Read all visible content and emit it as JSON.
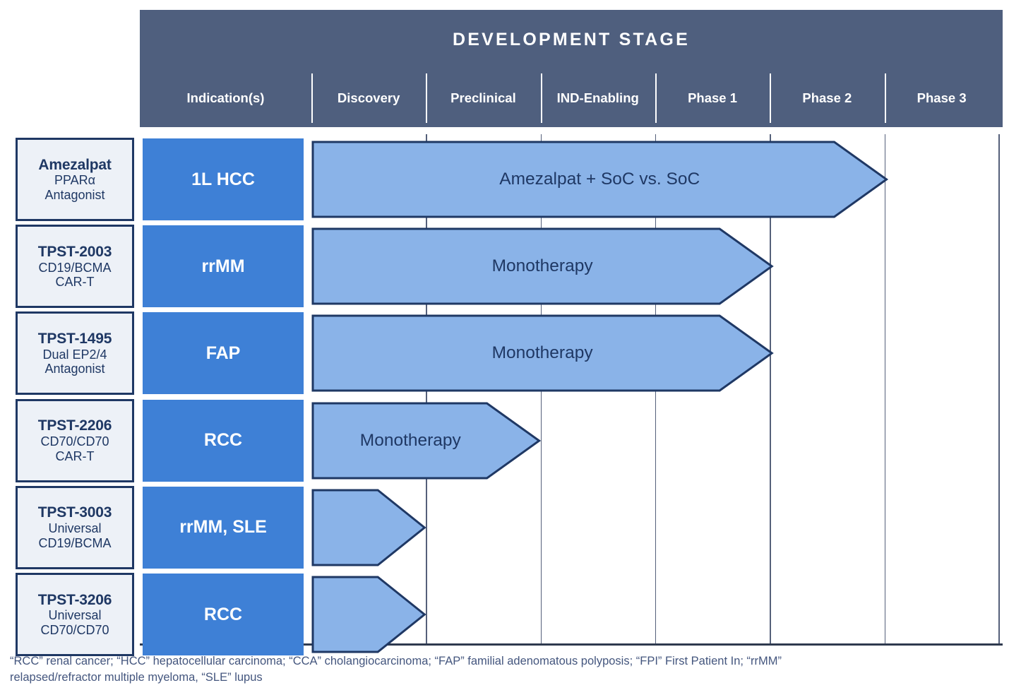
{
  "header": {
    "title": "DEVELOPMENT STAGE",
    "columns": [
      {
        "label": "Indication(s)",
        "key": "indication"
      },
      {
        "label": "Discovery",
        "key": "discovery"
      },
      {
        "label": "Preclinical",
        "key": "preclinical"
      },
      {
        "label": "IND-Enabling",
        "key": "ind_enabling"
      },
      {
        "label": "Phase 1",
        "key": "phase1"
      },
      {
        "label": "Phase 2",
        "key": "phase2"
      },
      {
        "label": "Phase 3",
        "key": "phase3"
      }
    ]
  },
  "colors": {
    "header_bar": "#4F5F7E",
    "indication_box": "#3E80D6",
    "arrow_fill": "#8AB3E8",
    "arrow_stroke": "#1F3864",
    "program_box_fill": "#EDF1F7",
    "program_box_border": "#1F3864",
    "text_navy": "#1F3864",
    "footnote_text": "#44567E",
    "grid_line": "#55607A"
  },
  "chart_data": {
    "type": "table",
    "title": "DEVELOPMENT STAGE",
    "stages": [
      "Discovery",
      "Preclinical",
      "IND-Enabling",
      "Phase 1",
      "Phase 2",
      "Phase 3"
    ],
    "rows": [
      {
        "program": "Amezalpat",
        "modality_line1": "PPARα",
        "modality_line2": "Antagonist",
        "indication": "1L HCC",
        "arrow_label": "Amezalpat + SoC vs. SoC",
        "start_stage": "Discovery",
        "end_stage": "Phase 2",
        "progress_stages": 5
      },
      {
        "program": "TPST-2003",
        "modality_line1": "CD19/BCMA",
        "modality_line2": "CAR-T",
        "indication": "rrMM",
        "arrow_label": "Monotherapy",
        "start_stage": "Discovery",
        "end_stage": "Phase 1",
        "progress_stages": 4
      },
      {
        "program": "TPST-1495",
        "modality_line1": "Dual EP2/4",
        "modality_line2": "Antagonist",
        "indication": "FAP",
        "arrow_label": "Monotherapy",
        "start_stage": "Discovery",
        "end_stage": "Phase 1",
        "progress_stages": 4
      },
      {
        "program": "TPST-2206",
        "modality_line1": "CD70/CD70",
        "modality_line2": "CAR-T",
        "indication": "RCC",
        "arrow_label": "Monotherapy",
        "start_stage": "Discovery",
        "end_stage": "Preclinical",
        "progress_stages": 2
      },
      {
        "program": "TPST-3003",
        "modality_line1": "Universal",
        "modality_line2": "CD19/BCMA",
        "indication": "rrMM, SLE",
        "arrow_label": "",
        "start_stage": "Discovery",
        "end_stage": "Discovery",
        "progress_stages": 1
      },
      {
        "program": "TPST-3206",
        "modality_line1": "Universal",
        "modality_line2": "CD70/CD70",
        "indication": "RCC",
        "arrow_label": "",
        "start_stage": "Discovery",
        "end_stage": "Discovery",
        "progress_stages": 1
      }
    ]
  },
  "footnote": {
    "line1": "“RCC” renal cancer; “HCC” hepatocellular carcinoma; “CCA” cholangiocarcinoma; “FAP” familial adenomatous polyposis; “FPI” First Patient In; “rrMM”",
    "line2": "relapsed/refractor multiple myeloma, “SLE” lupus"
  }
}
